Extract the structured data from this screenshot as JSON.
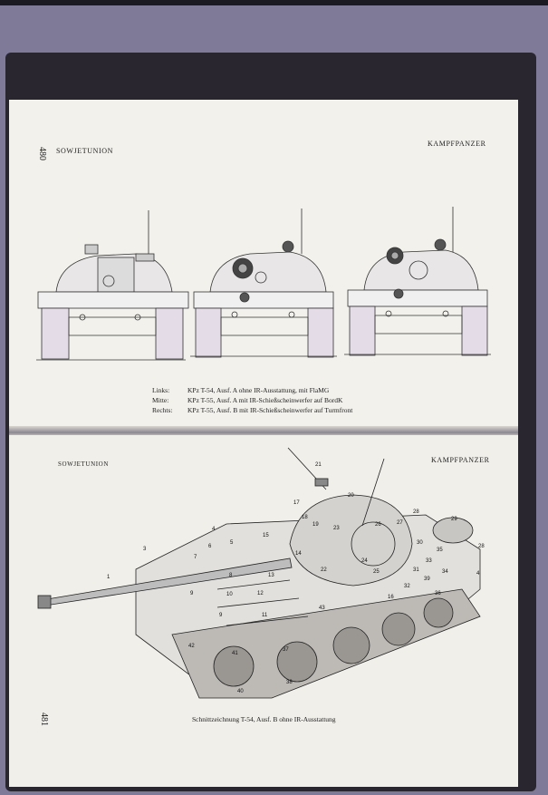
{
  "top_page": {
    "header_left": "SOWJETUNION",
    "header_right": "KAMPFPANZER",
    "page_number": "480",
    "captions": [
      {
        "key": "Links:",
        "text": "KPz T-54, Ausf. A ohne IR-Ausstattung, mit FlaMG"
      },
      {
        "key": "Mitte:",
        "text": "KPz T-55, Ausf. A mit IR-Schießscheinwerfer auf BordK"
      },
      {
        "key": "Rechts:",
        "text": "KPz T-55, Ausf. B mit IR-Schießscheinwerfer auf Turmfront"
      }
    ]
  },
  "bottom_page": {
    "header_left": "SOWJETUNION",
    "header_right": "KAMPFPANZER",
    "page_number": "481",
    "caption": "Schnittzeichnung T-54, Ausf. B ohne IR-Ausstattung",
    "callouts": [
      "1",
      "3",
      "4",
      "5",
      "6",
      "7",
      "8",
      "9",
      "10",
      "11",
      "12",
      "13",
      "14",
      "15",
      "17",
      "18",
      "19",
      "20",
      "21",
      "22",
      "23",
      "24",
      "25",
      "26",
      "27",
      "28",
      "29",
      "30",
      "31",
      "32",
      "33",
      "34",
      "35",
      "36",
      "37",
      "38",
      "39",
      "40",
      "41",
      "42",
      "43"
    ]
  }
}
